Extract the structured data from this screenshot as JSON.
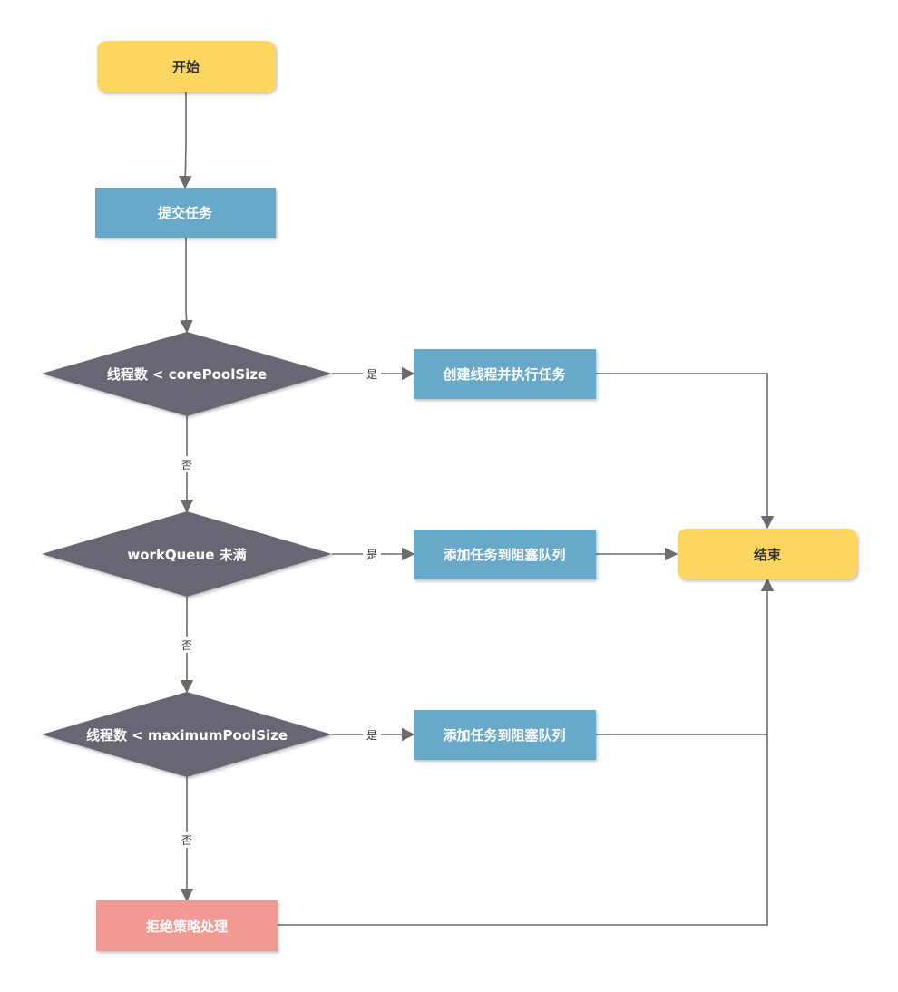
{
  "colors": {
    "terminal": "#fcd660",
    "process": "#67a9c9",
    "decision": "#676672",
    "reject": "#f19a94",
    "edge": "#6b6b6b",
    "text_dark": "#333333",
    "text_light": "#ffffff"
  },
  "nodes": {
    "start": "开始",
    "submit": "提交任务",
    "decision_core": "线程数 < corePoolSize",
    "create_thread": "创建线程并执行任务",
    "decision_queue": "workQueue 未满",
    "add_queue": "添加任务到阻塞队列",
    "decision_max": "线程数 < maximumPoolSize",
    "add_queue_2": "添加任务到阻塞队列",
    "reject": "拒绝策略处理",
    "end": "结束"
  },
  "edge_labels": {
    "yes_1": "是",
    "no_1": "否",
    "yes_2": "是",
    "no_2": "否",
    "yes_3": "是",
    "no_3": "否"
  }
}
